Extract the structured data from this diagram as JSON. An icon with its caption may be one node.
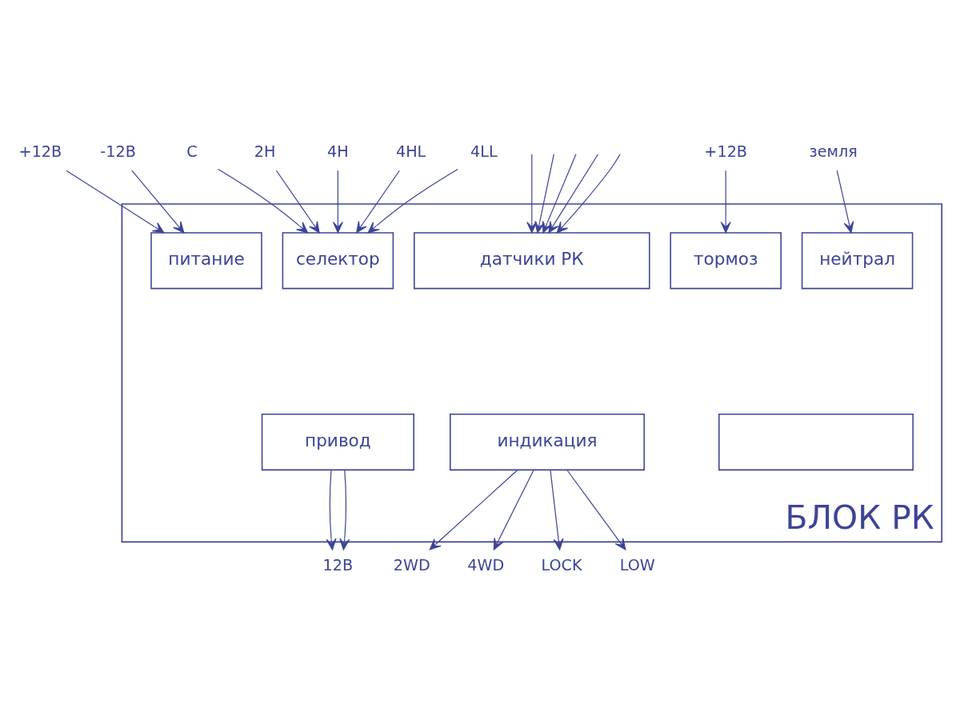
{
  "diagram": {
    "nodes": [
      {
        "text": [
          "+12В"
        ]
      },
      {
        "text": [
          "-12В"
        ]
      },
      {
        "text": [
          "C"
        ]
      },
      {
        "text": [
          "2H"
        ]
      },
      {
        "text": [
          "4H"
        ]
      },
      {
        "text": [
          "4HL"
        ]
      },
      {
        "text": [
          "4LL"
        ]
      },
      {
        "text": [
          "+12В"
        ]
      },
      {
        "text": [
          "земля"
        ]
      },
      {
        "text": [
          "БЛОК РК"
        ]
      },
      {
        "text": [
          "питание"
        ],
        "in": 9
      },
      {
        "text": [
          "селектор"
        ],
        "in": 9
      },
      {
        "text": [
          "датчики РК"
        ],
        "in": 9
      },
      {
        "text": [
          "тормоз"
        ],
        "in": 9
      },
      {
        "text": [
          "нейтрал"
        ],
        "in": 9
      },
      {
        "text": [
          "привод"
        ],
        "in": 9
      },
      {
        "text": [
          "индикация"
        ],
        "in": 9
      },
      {
        "text": [],
        "shape": "box",
        "in": 9
      },
      {
        "text": [
          "12В"
        ]
      },
      {
        "text": [
          "2WD"
        ]
      },
      {
        "text": [
          "4WD"
        ]
      },
      {
        "text": [
          "LOCK"
        ]
      },
      {
        "text": [
          "LOW"
        ]
      }
    ],
    "edges": [
      {
        "from": 0,
        "to": 10,
        "arrow": "to"
      },
      {
        "from": 1,
        "to": 10,
        "arrow": "to"
      },
      {
        "from": 2,
        "to": 11,
        "arrow": "to"
      },
      {
        "from": 3,
        "to": 11,
        "arrow": "to"
      },
      {
        "from": 4,
        "to": 11,
        "arrow": "to"
      },
      {
        "from": 5,
        "to": 11,
        "arrow": "to"
      },
      {
        "from": 6,
        "to": 11,
        "arrow": "to"
      },
      {
        "from": null,
        "to": 12,
        "arrow": "to"
      },
      {
        "from": null,
        "to": 12,
        "arrow": "to"
      },
      {
        "from": null,
        "to": 12,
        "arrow": "to"
      },
      {
        "from": null,
        "to": 12,
        "arrow": "to"
      },
      {
        "from": null,
        "to": 12,
        "arrow": "to"
      },
      {
        "from": 7,
        "to": 13,
        "arrow": "to"
      },
      {
        "from": 8,
        "to": 14,
        "arrow": "to"
      },
      {
        "from": 15,
        "to": 18,
        "arrow": "to"
      },
      {
        "from": 15,
        "to": 18,
        "arrow": "to"
      },
      {
        "from": 16,
        "to": 19,
        "arrow": "to"
      },
      {
        "from": 16,
        "to": 20,
        "arrow": "to"
      },
      {
        "from": 16,
        "to": 21,
        "arrow": "to"
      },
      {
        "from": 16,
        "to": 22,
        "arrow": "to"
      }
    ]
  }
}
